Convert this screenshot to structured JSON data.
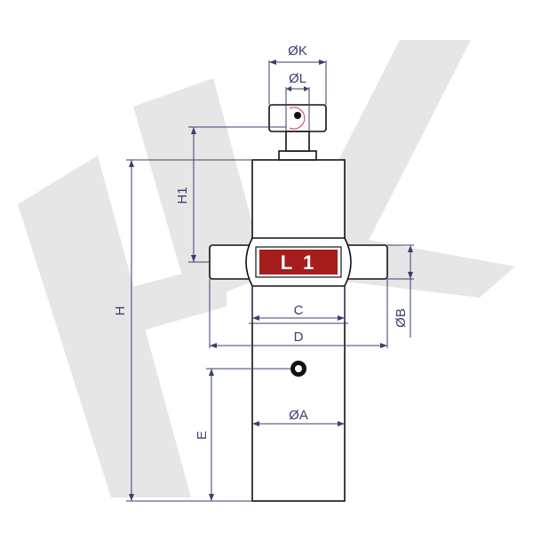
{
  "diagram": {
    "label_plate_text": "L 1",
    "dimensions": {
      "oK": "ØK",
      "oL": "ØL",
      "h1": "H1",
      "h": "H",
      "c": "C",
      "d": "D",
      "oB": "ØB",
      "oA": "ØA",
      "e": "E"
    },
    "watermark": "HK"
  },
  "colors": {
    "outline": "#111111",
    "dimension_line": "#3a3f6e",
    "label_red": "#a51d1d",
    "pin_mark": "#d0307a",
    "watermark": "#e6e6e6"
  }
}
